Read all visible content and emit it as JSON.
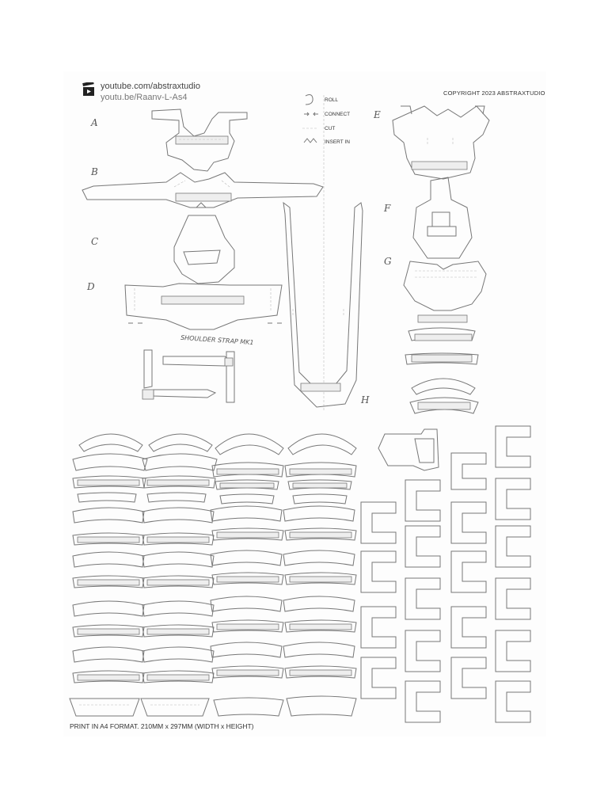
{
  "header": {
    "channel_url": "youtube.com/abstraxtudio",
    "video_url": "youtu.be/Raanv-L-As4",
    "copyright": "COPYRIGHT 2023 ABSTRAXTUDIO"
  },
  "legend": {
    "roll": "ROLL",
    "connect": "CONNECT",
    "cut": "CUT",
    "insert_in": "INSERT IN"
  },
  "section_labels": [
    "A",
    "B",
    "C",
    "D",
    "E",
    "F",
    "G",
    "H"
  ],
  "strap_label": "SHOULDER STRAP MK1",
  "footer": "PRINT IN A4 FORMAT. 210MM x 297MM (WIDTH x HEIGHT)"
}
